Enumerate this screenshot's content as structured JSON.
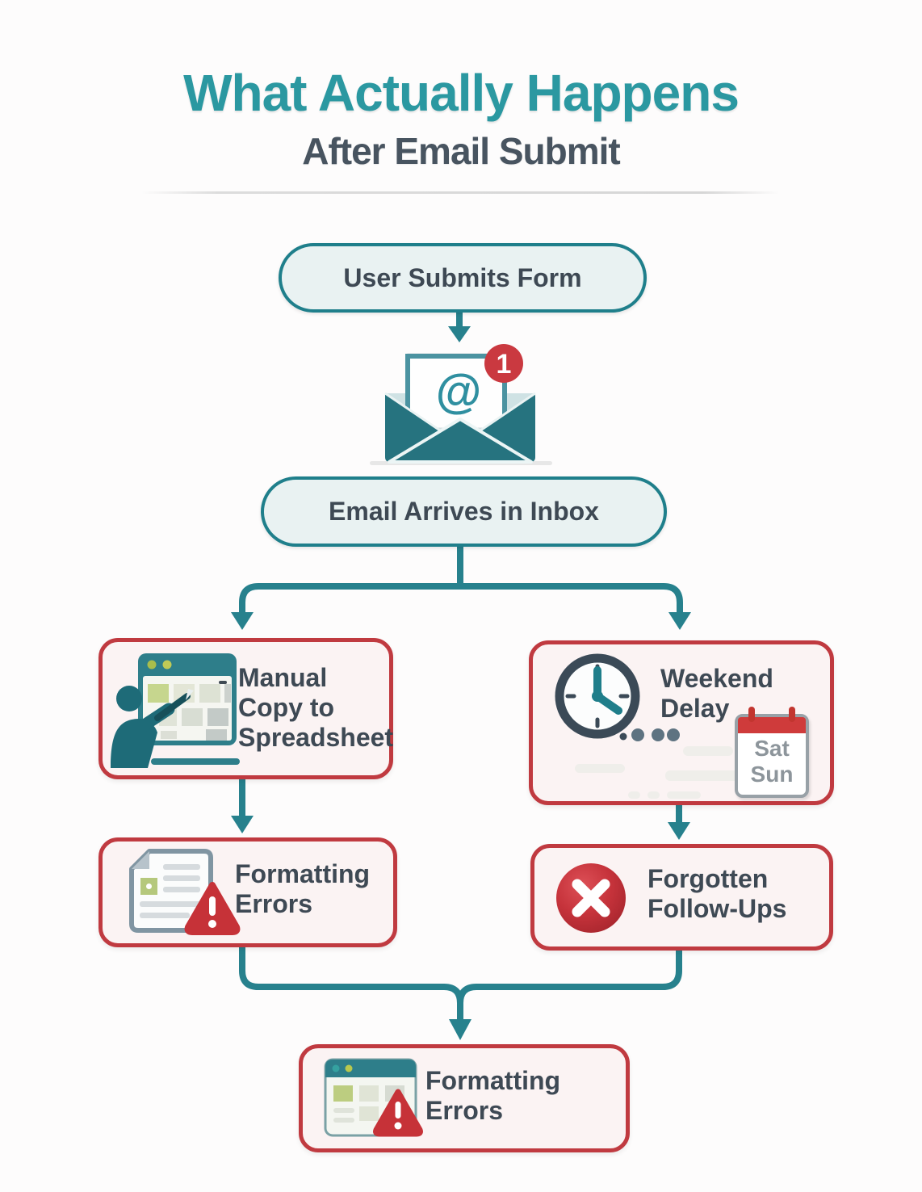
{
  "title": {
    "line1": "What Actually Happens",
    "line2": "After Email Submit"
  },
  "flow": {
    "user_submits": {
      "label": "User Submits Form"
    },
    "email_icon": {
      "at_symbol": "@",
      "badge_count": "1"
    },
    "email_arrives": {
      "label": "Email Arrives in Inbox"
    },
    "manual_copy": {
      "label": "Manual Copy to Spreadsheet"
    },
    "weekend_delay": {
      "label": "Weekend Delay",
      "calendar_day1": "Sat",
      "calendar_day2": "Sun"
    },
    "formatting_errors_left": {
      "label": "Formatting Errors"
    },
    "forgotten_followups": {
      "label": "Forgotten Follow-Ups"
    },
    "formatting_errors_final": {
      "label": "Formatting Errors"
    }
  },
  "colors": {
    "teal_accent": "#27818d",
    "title_teal": "#2b98a1",
    "dark_text": "#3e4954",
    "red_border": "#c03a40",
    "pink_box_bg": "#fbf3f3",
    "pill_bg": "#e9f2f2",
    "badge_red": "#ca3940",
    "warning_red": "#c63238"
  }
}
